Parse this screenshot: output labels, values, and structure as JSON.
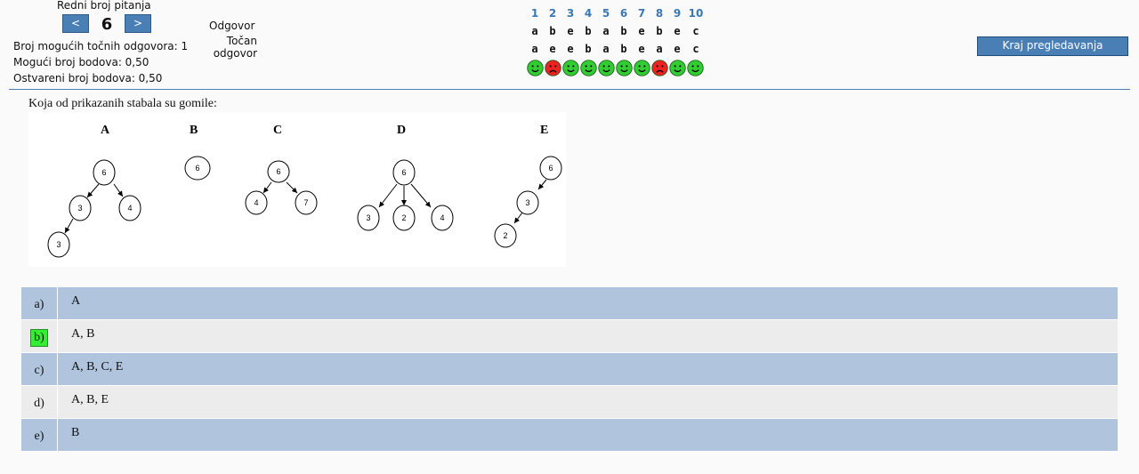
{
  "nav": {
    "label": "Redni broj pitanja",
    "prev_label": "<",
    "next_label": ">",
    "current": "6"
  },
  "info": {
    "line1": "Broj mogućih točnih odgovora: 1",
    "line2": "Mogući broj bodova: 0,50",
    "line3": "Ostvareni broj bodova: 0,50"
  },
  "summary": {
    "odgovor_label": "Odgovor",
    "tocan_label_1": "Točan",
    "tocan_label_2": "odgovor",
    "numbers": [
      "1",
      "2",
      "3",
      "4",
      "5",
      "6",
      "7",
      "8",
      "9",
      "10"
    ],
    "answers": [
      "a",
      "b",
      "e",
      "b",
      "a",
      "b",
      "e",
      "b",
      "e",
      "c"
    ],
    "correct": [
      "a",
      "e",
      "e",
      "b",
      "a",
      "b",
      "e",
      "a",
      "e",
      "c"
    ],
    "status": [
      "happy",
      "sad",
      "happy",
      "happy",
      "happy",
      "happy",
      "happy",
      "sad",
      "happy",
      "happy"
    ]
  },
  "end_button": "Kraj pregledavanja",
  "question": "Koja od prikazanih stabala su gomile:",
  "figure": {
    "labels": [
      "A",
      "B",
      "C",
      "D",
      "E"
    ],
    "treeA": [
      "6",
      "3",
      "4",
      "3"
    ],
    "treeB": [
      "6"
    ],
    "treeC": [
      "6",
      "4",
      "7"
    ],
    "treeD": [
      "6",
      "3",
      "2",
      "4"
    ],
    "treeE": [
      "6",
      "3",
      "2"
    ]
  },
  "answers": [
    {
      "letter": "a)",
      "text": "A"
    },
    {
      "letter": "b)",
      "text": "A, B"
    },
    {
      "letter": "c)",
      "text": "A, B, C, E"
    },
    {
      "letter": "d)",
      "text": "A, B, E"
    },
    {
      "letter": "e)",
      "text": "B"
    }
  ],
  "colors": {
    "accent": "#4a7fb5",
    "row_blue": "#b0c4de",
    "row_gray": "#ececec",
    "correct_green": "#33ee33",
    "happy": "#33cc33",
    "sad": "#ee2222"
  }
}
